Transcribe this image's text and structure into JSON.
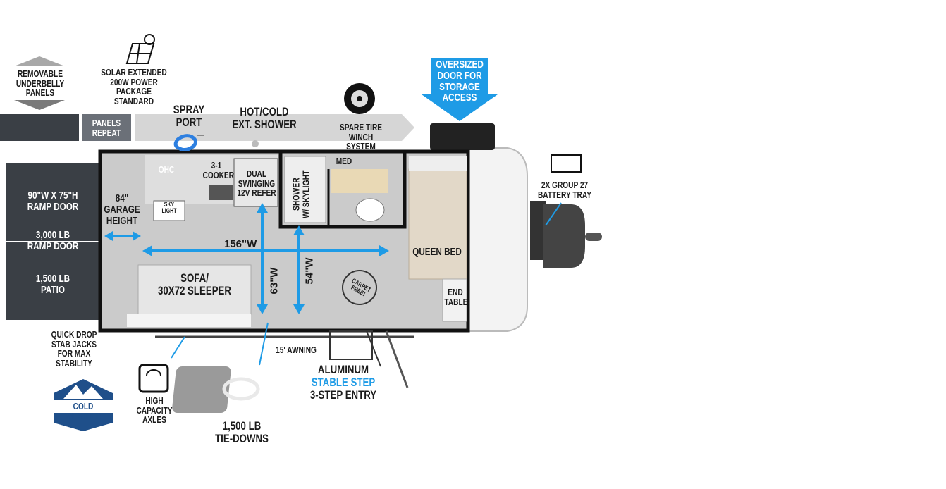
{
  "colors": {
    "accent_blue": "#1e9be6",
    "ramp_dark": "#3a3f45",
    "floor": "#c9c9c9",
    "wall": "#111111",
    "bed": "#e2d8c8"
  },
  "callouts": {
    "underbelly": "REMOVABLE\nUNDERBELLY\nPANELS",
    "solar": "SOLAR EXTENDED\n200W POWER PACKAGE\nSTANDARD",
    "panels_repeat": "PANELS\nREPEAT",
    "spray_port": "SPRAY\nPORT",
    "hot_cold_shower": "HOT/COLD\nEXT. SHOWER",
    "spare_tire": "SPARE TIRE\nWINCH SYSTEM",
    "oversized_door": "OVERSIZED\nDOOR FOR\nSTORAGE\nACCESS",
    "battery_tray": "2X GROUP 27\nBATTERY TRAY",
    "ramp_door_size": "90\"W x 75\"H\nRAMP DOOR",
    "ramp_door_weight": "3,000 LB\nRAMP DOOR",
    "patio": "1,500 LB\nPATIO",
    "garage_height": "84\"\nGARAGE\nHEIGHT",
    "stab_jacks": "QUICK DROP\nSTAB JACKS\nFOR MAX STABILITY",
    "cold_weather": "COLD WEATHER",
    "axles": "HIGH CAPACITY\nAXLES",
    "tie_downs": "1,500 LB\nTIE-DOWNS",
    "awning": "15' AWNING",
    "step_line1": "ALUMINUM",
    "step_line2": "STABLE STEP",
    "step_line3": "3-STEP ENTRY"
  },
  "room": {
    "ohc": "OHC",
    "cooker": "3-1\nCOOKER",
    "refer": "DUAL SWINGING\n12V REFER",
    "skylight": "SKY\nLIGHT",
    "shower": "SHOWER\nW/ SKYLIGHT",
    "med": "MED",
    "queen_bed": "QUEEN BED",
    "end_table": "END\nTABLE",
    "sofa": "SOFA/\n30x72 SLEEPER",
    "carpet_free": "CARPET FREE!"
  },
  "dimensions": {
    "width_156": "156\"W",
    "width_63": "63\"W",
    "width_54": "54\"W"
  }
}
